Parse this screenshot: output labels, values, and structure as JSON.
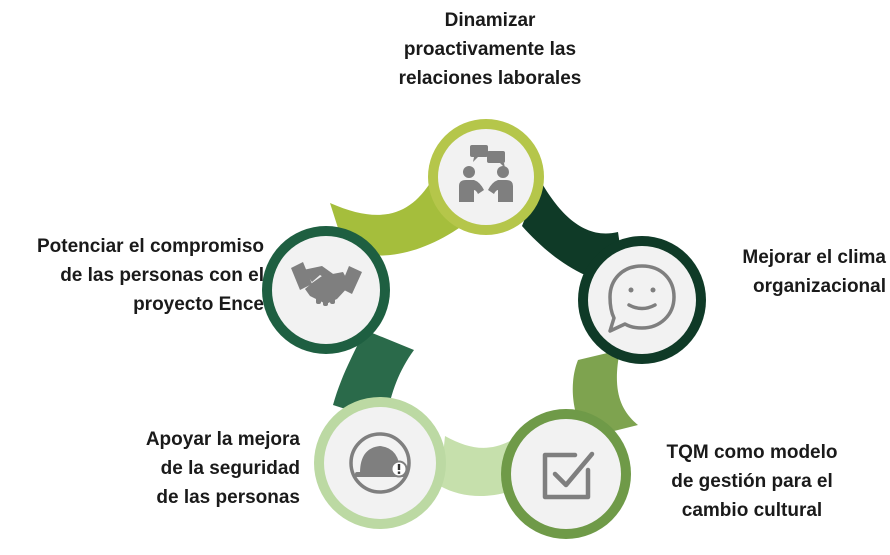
{
  "nodes": [
    {
      "id": "top",
      "lines": [
        "Dinamizar",
        "proactivamente las",
        "relaciones laborales"
      ],
      "icon": "people-conversation-icon",
      "ring_color": "#b5c64a"
    },
    {
      "id": "right",
      "lines": [
        "Mejorar el clima",
        "organizacional"
      ],
      "icon": "smiley-speech-bubble-icon",
      "ring_color": "#0f3a27"
    },
    {
      "id": "bottom-right",
      "lines": [
        "TQM como modelo",
        "de gestión para el",
        "cambio cultural"
      ],
      "icon": "checkbox-checked-icon",
      "ring_color": "#6f9a48"
    },
    {
      "id": "bottom-left",
      "lines": [
        "Apoyar la mejora",
        "de la seguridad",
        "de las personas"
      ],
      "icon": "safety-helmet-icon",
      "ring_color": "#bcd9a3"
    },
    {
      "id": "left",
      "lines": [
        "Potenciar el compromiso",
        "de las personas con el",
        "proyecto Ence"
      ],
      "icon": "handshake-icon",
      "ring_color": "#1e5f41"
    }
  ],
  "colors": {
    "inner_fill": "#f2f2f2",
    "icon_gray": "#7f7f7f"
  }
}
